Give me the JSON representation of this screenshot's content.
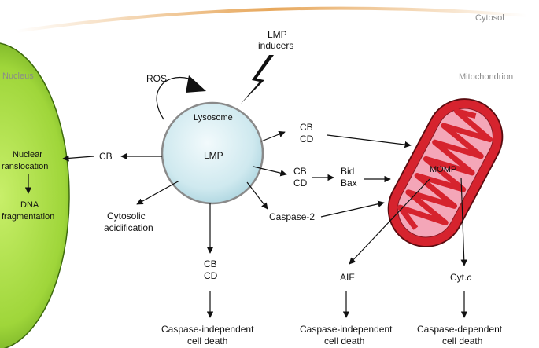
{
  "regions": {
    "cytosol": "Cytosol",
    "nucleus": "Nucleus",
    "mitochondrion": "Mitochondrion",
    "lysosome": "Lysosome"
  },
  "nodes": {
    "lmp_inducers_line1": "LMP",
    "lmp_inducers_line2": "inducers",
    "ros": "ROS",
    "lmp": "LMP",
    "cb_cd_upper_1": "CB",
    "cb_cd_upper_2": "CD",
    "cb_cd_mid_1": "CB",
    "cb_cd_mid_2": "CD",
    "bid": "Bid",
    "bax": "Bax",
    "caspase2": "Caspase-2",
    "cb_left": "CB",
    "nuclear_translocation_1": "Nuclear",
    "nuclear_translocation_2": "ranslocation",
    "dna_fragmentation_1": "DNA",
    "dna_fragmentation_2": "fragmentation",
    "cytosolic_acidification_1": "Cytosolic",
    "cytosolic_acidification_2": "acidification",
    "cb_cd_low_1": "CB",
    "cb_cd_low_2": "CD",
    "momp": "MOMP",
    "aif": "AIF",
    "cytc_prefix": "Cyt.",
    "cytc_italic": "c"
  },
  "outcomes": {
    "left_1": "Caspase-independent",
    "left_2": "cell death",
    "mid_1": "Caspase-independent",
    "mid_2": "cell death",
    "right_1": "Caspase-dependent",
    "right_2": "cell death"
  },
  "colors": {
    "nucleus_fill": "#9fd63a",
    "nucleus_dark": "#5f9a1a",
    "lysosome_fill": "#cfe9ef",
    "mito_outer": "#d6232e",
    "mito_inner": "#f4a6b8",
    "cytosol_border": "#e7a75b"
  }
}
